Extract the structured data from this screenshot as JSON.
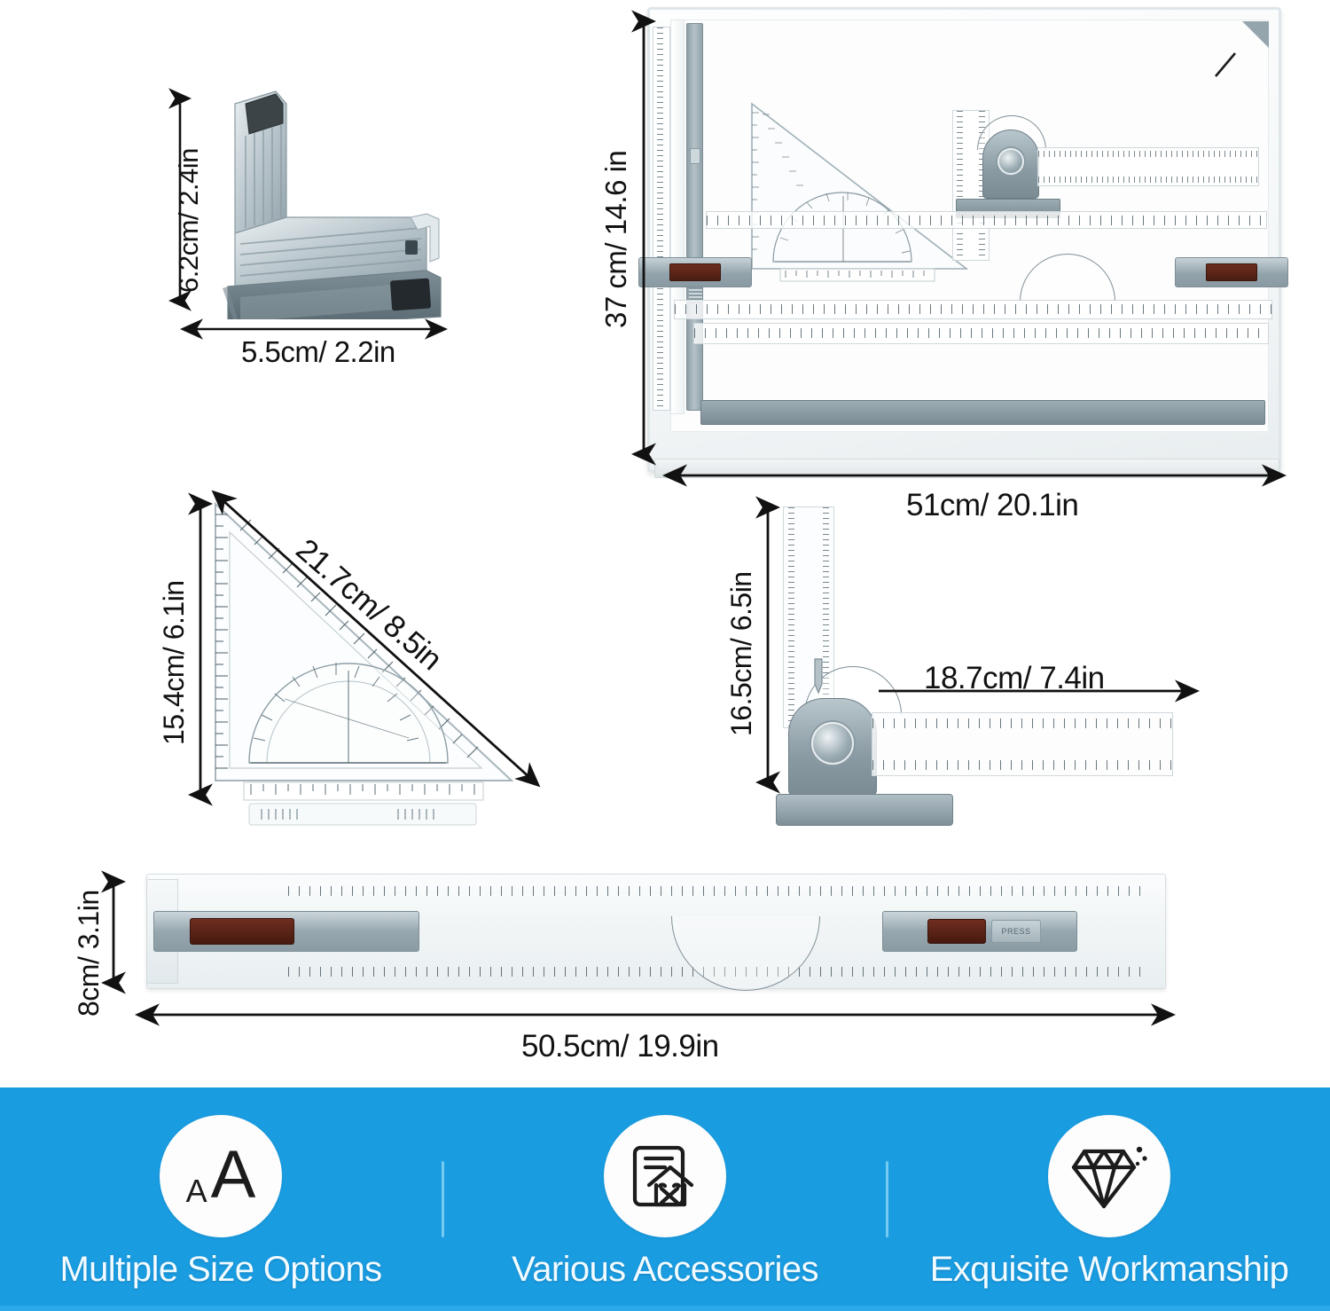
{
  "page": {
    "background_color": "#ffffff",
    "title": "Drawing Board Set Dimensions Infographic"
  },
  "products": [
    {
      "id": "accessory-tray",
      "name": "Pencil Accessory Tray",
      "dimensions": {
        "height": "6.2cm/ 2.4in",
        "width": "5.5cm/ 2.2in"
      }
    },
    {
      "id": "drawing-board",
      "name": "Drawing Board with Parallel Motion",
      "dimensions": {
        "height": "37 cm/ 14.6 in",
        "width": "51cm/ 20.1in"
      }
    },
    {
      "id": "set-square-triangle",
      "name": "Triangle Set Square with Protractor",
      "dimensions": {
        "height": "15.4cm/ 6.1in",
        "hypotenuse": "21.7cm/ 8.5in"
      }
    },
    {
      "id": "adjustable-angle-ruler",
      "name": "Adjustable Angle Ruler Head",
      "dimensions": {
        "height": "16.5cm/ 6.5in",
        "width": "18.7cm/ 7.4in"
      }
    },
    {
      "id": "parallel-ruler",
      "name": "Long Parallel Ruler",
      "dimensions": {
        "height": "8cm/ 3.1in",
        "width": "50.5cm/ 19.9in"
      },
      "slider_label": "PRESS"
    }
  ],
  "feature_bar": {
    "background_color": "#1a9ce0",
    "divider_color": "#7fd0f3",
    "text_color": "#f2fbff",
    "features": [
      {
        "icon": "text-size-icon",
        "icon_small": "A",
        "icon_large": "A",
        "label": "Multiple Size Options"
      },
      {
        "icon": "blueprint-tools-icon",
        "label": "Various Accessories"
      },
      {
        "icon": "diamond-icon",
        "label": "Exquisite Workmanship"
      }
    ]
  }
}
